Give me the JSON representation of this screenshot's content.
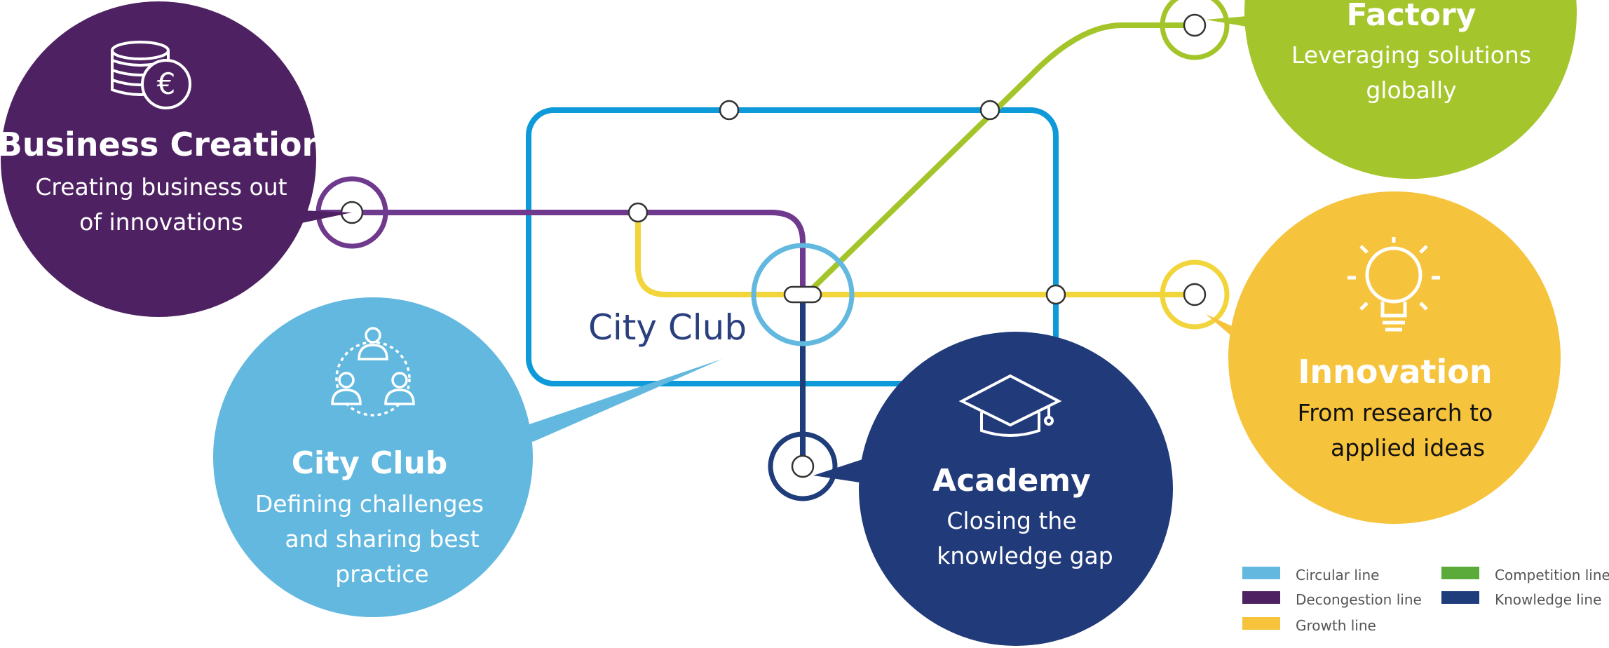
{
  "colors": {
    "circular": "#0e9ad9",
    "decongestion": "#6f3a8e",
    "growth": "#f2d43b",
    "competition": "#a4c52a",
    "knowledge": "#1f3d7a",
    "business_bubble": "#4e2262",
    "cityclub_bubble": "#62b8df",
    "academy_bubble": "#213a7a",
    "innovation_bubble": "#f6c33d",
    "factory_bubble": "#a5c52c",
    "center_label": "#2a3f7e"
  },
  "center_label": "City Club",
  "bubbles": {
    "business": {
      "title": "Business Creation",
      "line1": "Creating business out",
      "line2": "of innovations",
      "icon": "coins-euro-icon"
    },
    "cityclub": {
      "title": "City Club",
      "line1": "Defining challenges",
      "line2": "and sharing best",
      "line3": "practice",
      "icon": "people-network-icon"
    },
    "academy": {
      "title": "Academy",
      "line1": "Closing the",
      "line2": "knowledge gap",
      "icon": "graduation-cap-icon"
    },
    "innovation": {
      "title": "Innovation",
      "line1": "From research to",
      "line2": "applied ideas",
      "icon": "lightbulb-icon"
    },
    "factory": {
      "title": "Factory",
      "line1": "Leveraging solutions",
      "line2": "globally"
    }
  },
  "legend": [
    {
      "label": "Circular line",
      "color": "#62b8df"
    },
    {
      "label": "Decongestion line",
      "color": "#4e2262"
    },
    {
      "label": "Growth line",
      "color": "#f6c33d"
    },
    {
      "label": "Competition line",
      "color": "#5aab3a"
    },
    {
      "label": "Knowledge  line",
      "color": "#1f3d7a"
    }
  ]
}
